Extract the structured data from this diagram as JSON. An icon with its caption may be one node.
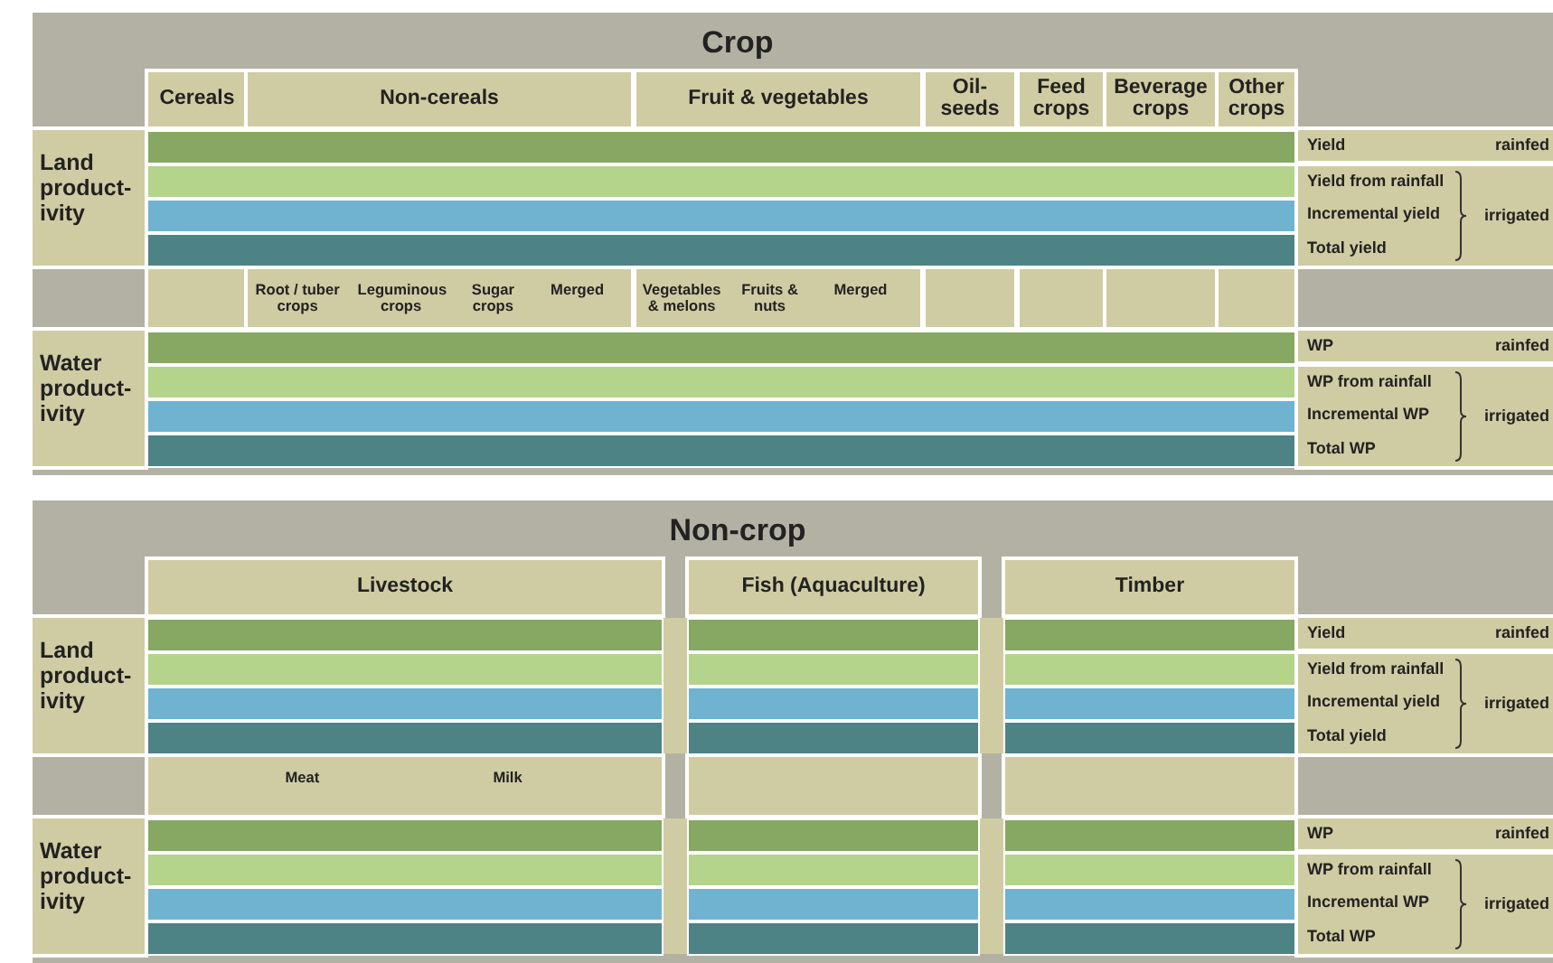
{
  "diagram": {
    "nodes": [
      {
        "text": [
          "Crop"
        ]
      },
      {
        "text": [
          "Cereals"
        ],
        "in": 0
      },
      {
        "text": [
          "Non-cereals"
        ],
        "in": 0
      },
      {
        "text": [
          "Fruit & vegetables"
        ],
        "in": 0
      },
      {
        "text": [
          "Oil- seeds"
        ],
        "in": 0
      },
      {
        "text": [
          "Feed crops"
        ],
        "in": 0
      },
      {
        "text": [
          "Beverage crops"
        ],
        "in": 0
      },
      {
        "text": [
          "Other crops"
        ],
        "in": 0
      },
      {
        "text": [
          "Land product- ivity"
        ],
        "in": 0
      },
      {
        "text": [
          "Yield",
          "rainfed"
        ],
        "in": 0
      },
      {
        "text": [
          "Yield from rainfall",
          "Incremental yield",
          "Total yield",
          "irrigated"
        ],
        "in": 0
      },
      {
        "text": [],
        "shape": "box",
        "in": 0
      },
      {
        "text": [
          "Root / tuber crops",
          "Leguminous crops",
          "Sugar crops",
          "Merged"
        ],
        "in": 0
      },
      {
        "text": [
          "Vegetables & melons",
          "Fruits & nuts",
          "Merged"
        ],
        "in": 0
      },
      {
        "text": [],
        "shape": "box",
        "in": 0
      },
      {
        "text": [],
        "shape": "box",
        "in": 0
      },
      {
        "text": [],
        "shape": "box",
        "in": 0
      },
      {
        "text": [],
        "shape": "box",
        "in": 0
      },
      {
        "text": [
          "Water product- ivity"
        ],
        "in": 0
      },
      {
        "text": [
          "WP",
          "rainfed"
        ],
        "in": 0
      },
      {
        "text": [
          "WP from rainfall",
          "Incremental WP",
          "Total WP",
          "irrigated"
        ],
        "in": 0
      },
      {
        "text": [
          "Non-crop"
        ]
      },
      {
        "text": [
          "Livestock"
        ],
        "in": 21
      },
      {
        "text": [
          "Fish (Aquaculture)"
        ],
        "in": 21
      },
      {
        "text": [
          "Timber"
        ],
        "in": 21
      },
      {
        "text": [
          "Land product- ivity"
        ],
        "in": 21
      },
      {
        "text": [
          "Yield",
          "rainfed"
        ],
        "in": 21
      },
      {
        "text": [
          "Yield from rainfall",
          "Incremental yield",
          "Total yield",
          "irrigated"
        ],
        "in": 21
      },
      {
        "text": [
          "Meat",
          "Milk"
        ],
        "in": 21
      },
      {
        "text": [],
        "shape": "box",
        "in": 21
      },
      {
        "text": [],
        "shape": "box",
        "in": 21
      },
      {
        "text": [
          "Water product- ivity"
        ],
        "in": 21
      },
      {
        "text": [
          "WP",
          "rainfed"
        ],
        "in": 21
      },
      {
        "text": [
          "WP from rainfall",
          "Incremental WP",
          "Total WP",
          "irrigated"
        ],
        "in": 21
      }
    ]
  }
}
